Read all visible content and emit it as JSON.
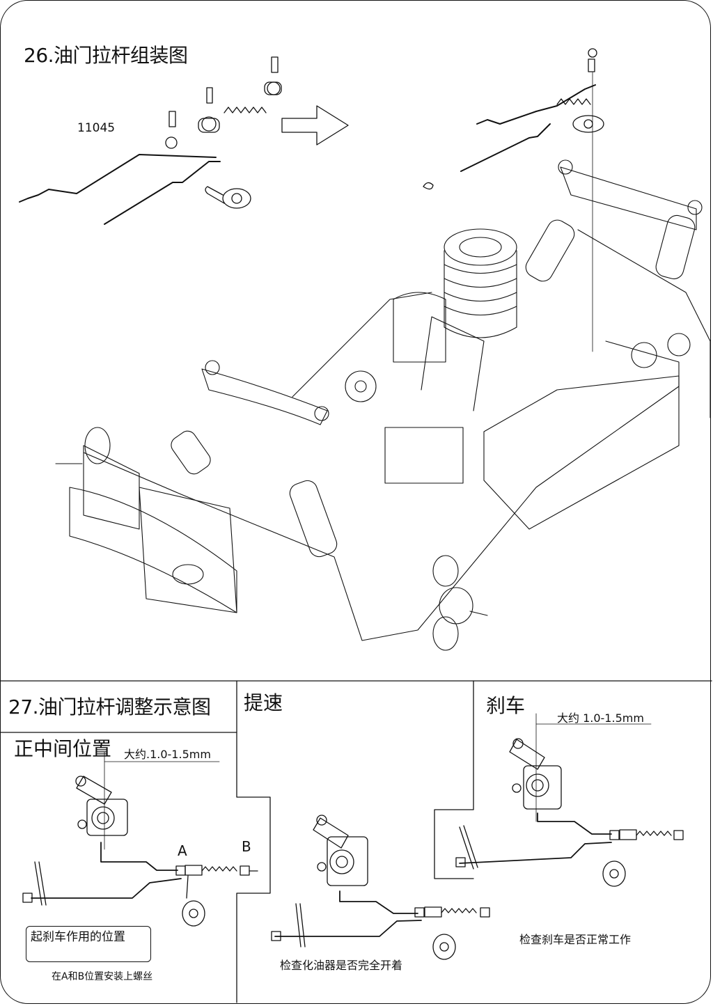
{
  "step26": {
    "title": "26.油门拉杆组装图",
    "part_number": "11045"
  },
  "step27": {
    "title": "27.油门拉杆调整示意图",
    "panel_center": {
      "title": "正中间位置",
      "gap": "大约.1.0-1.5mm",
      "label_a": "A",
      "label_b": "B",
      "brake_position": "起刹车作用的位置",
      "screw_note": "在A和B位置安装上螺丝"
    },
    "panel_speed": {
      "title": "提速",
      "note": "检查化油器是否完全开着"
    },
    "panel_brake": {
      "title": "刹车",
      "gap": "大约 1.0-1.5mm",
      "note": "检查刹车是否正常工作"
    }
  }
}
